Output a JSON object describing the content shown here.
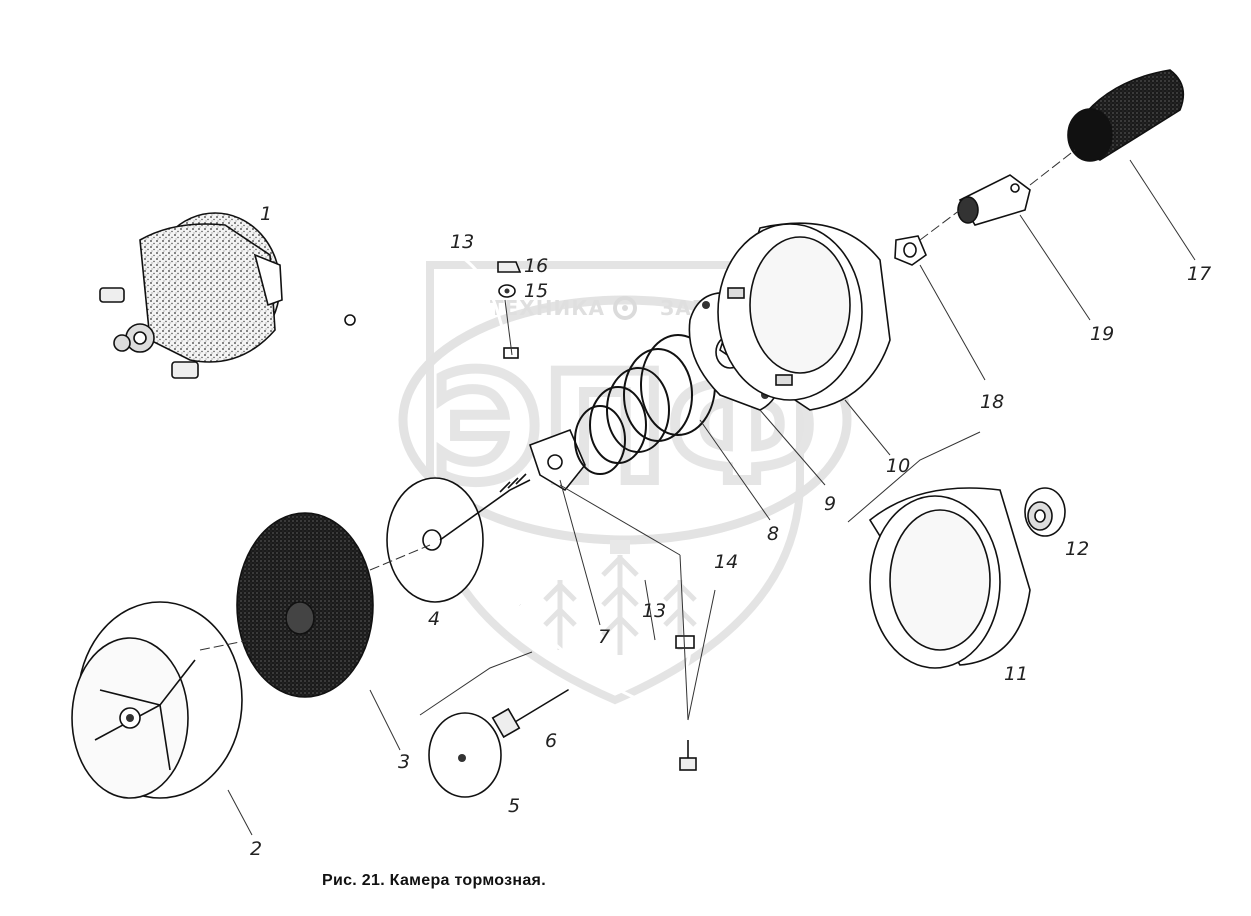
{
  "caption": "Рис. 21. Камера тормозная.",
  "watermark": {
    "line1_left": "ТЕХНИКА",
    "line1_right": "ЗАПЧАСТИ",
    "logo": "ЭПФ"
  },
  "callouts": {
    "n1": "1",
    "n2": "2",
    "n3": "3",
    "n4": "4",
    "n5": "5",
    "n6": "6",
    "n7": "7",
    "n8": "8",
    "n9": "9",
    "n10": "10",
    "n11": "11",
    "n12": "12",
    "n13a": "13",
    "n13b": "13",
    "n14": "14",
    "n15": "15",
    "n16": "16",
    "n17": "17",
    "n18": "18",
    "n19": "19"
  }
}
